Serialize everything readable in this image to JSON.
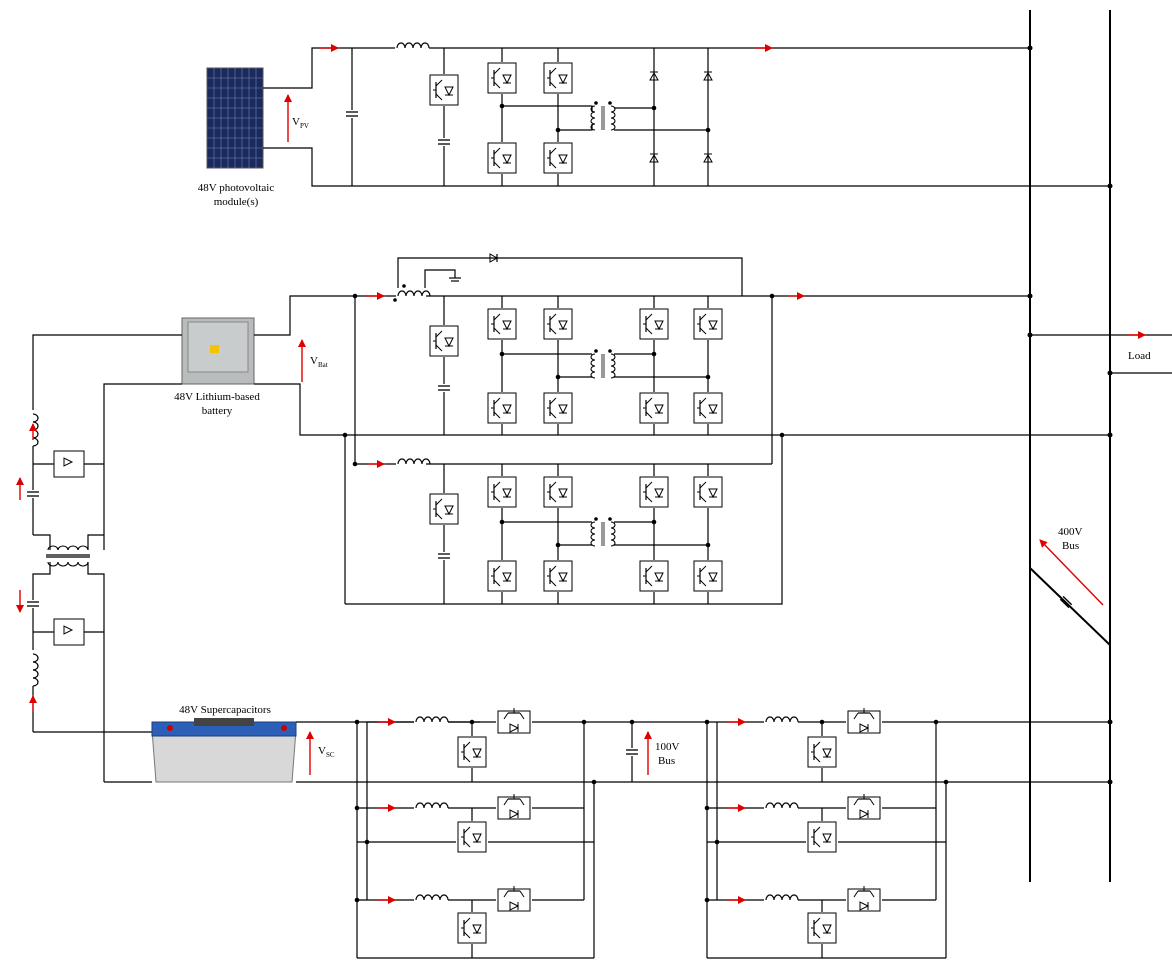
{
  "labels": {
    "pv_module": [
      "48V photovoltaic",
      "module(s)"
    ],
    "pv_voltage": {
      "main": "V",
      "sub": "PV"
    },
    "battery": [
      "48V Lithium-based",
      "battery"
    ],
    "battery_voltage": {
      "main": "V",
      "sub": "Bat"
    },
    "supercap": "48V Supercapacitors",
    "sc_voltage": {
      "main": "V",
      "sub": "SC"
    },
    "bus_100v": [
      "100V",
      "Bus"
    ],
    "bus_400v": [
      "400V",
      "Bus"
    ],
    "load": "Load"
  },
  "colors": {
    "wire": "#000000",
    "flow_arrow": "#e00000",
    "pv_panel": "#1b2a5c",
    "battery_box": "#b8bcbc",
    "supercap_top": "#2c5fb8",
    "supercap_body": "#d8d8d8"
  }
}
